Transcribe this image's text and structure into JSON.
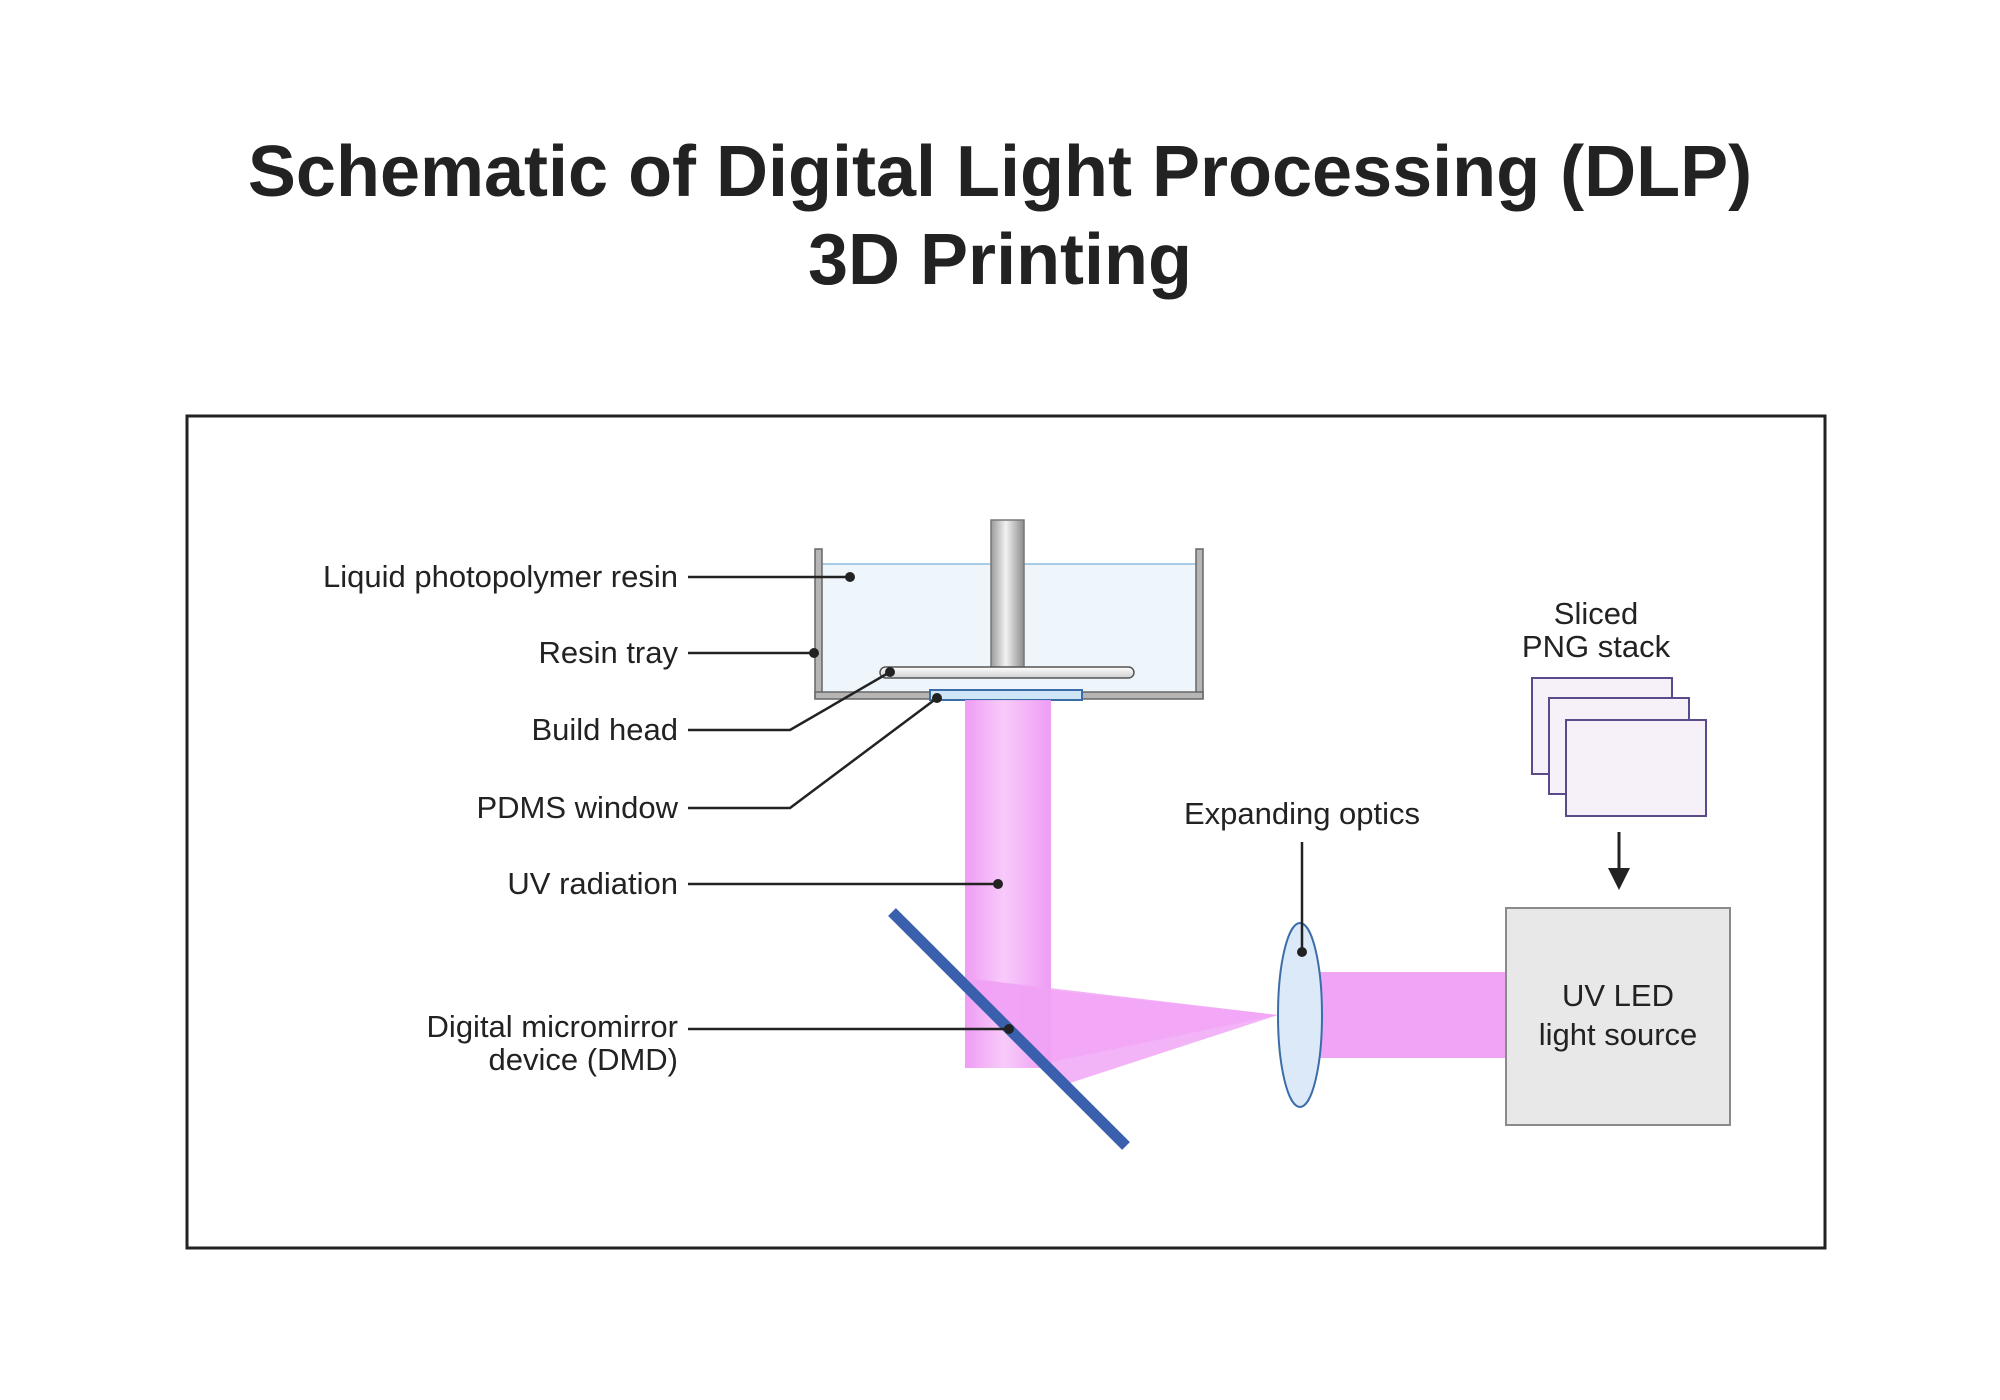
{
  "title": {
    "line1": "Schematic of Digital Light Processing (DLP)",
    "line2": "3D Printing"
  },
  "labels": {
    "resin": "Liquid photopolymer resin",
    "tray": "Resin tray",
    "build_head": "Build head",
    "pdms": "PDMS window",
    "uv_radiation": "UV radiation",
    "dmd_line1": "Digital micromirror",
    "dmd_line2": "device (DMD)",
    "optics": "Expanding optics",
    "png_line1": "Sliced",
    "png_line2": "PNG stack",
    "led_line1": "UV LED",
    "led_line2": "light source"
  },
  "colors": {
    "uv_beam": "#f0a0f5",
    "resin": "#eef6fc",
    "mirror": "#3a60ad",
    "lens": "#dbe9f8",
    "led_box": "#e8e8e8",
    "png_sheet": "#f6f0f8",
    "png_border": "#5a4a8a"
  }
}
